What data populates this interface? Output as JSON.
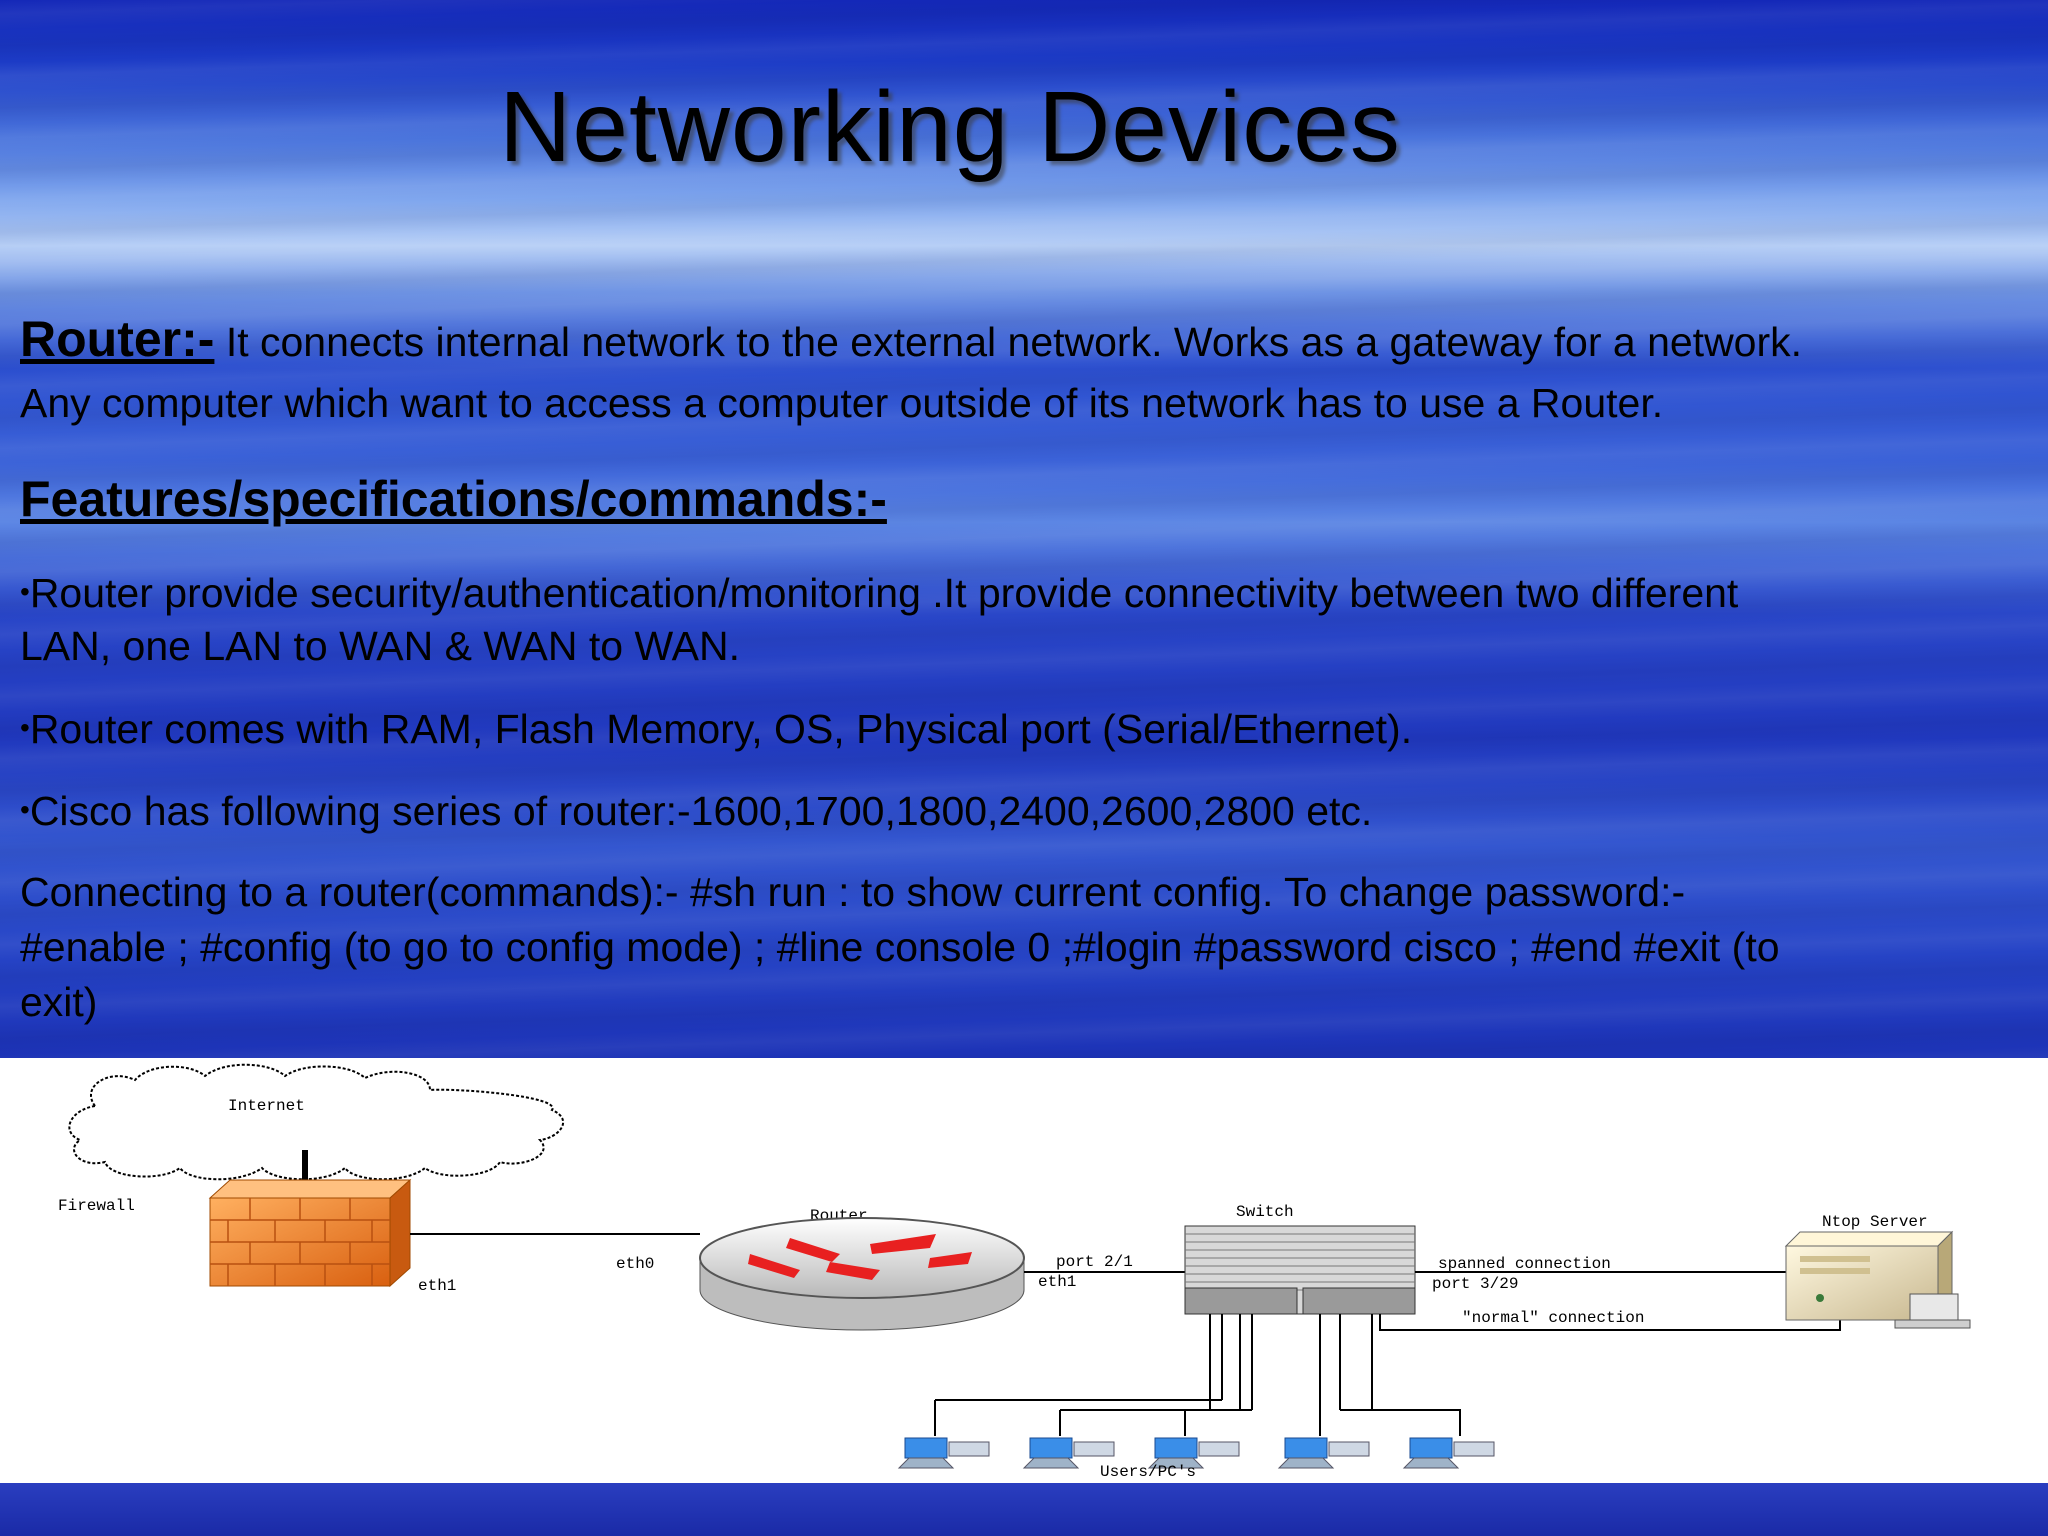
{
  "slide": {
    "title": "Networking Devices",
    "router_heading": "Router:-",
    "router_text_1": " It connects internal network to the external network. Works as a gateway for a network.",
    "router_text_2": "Any computer which want to access a computer outside of its network has to use a Router.",
    "features_heading": "Features/specifications/commands:-",
    "bullets": [
      "Router provide security/authentication/monitoring .It provide connectivity between two different",
      "LAN, one LAN to WAN & WAN to WAN.",
      "Router comes with RAM, Flash Memory, OS, Physical port (Serial/Ethernet).",
      "Cisco has following series of router:-1600,1700,1800,2400,2600,2800 etc."
    ],
    "bullet_glyph": "•",
    "commands_1": "Connecting to a router(commands):- #sh run :  to show current config. To change password:-",
    "commands_2": "#enable ; #config  (to go to config mode) ; #line console 0 ;#login #password cisco ; #end #exit (to",
    "commands_3": "exit)"
  },
  "diagram": {
    "internet": "Internet",
    "firewall": "Firewall",
    "fw_eth0": "eth0",
    "fw_eth1": "eth1",
    "router": "Router",
    "router_eth0": "eth0",
    "router_eth1": "eth1",
    "router_port": "port 2/1",
    "switch": "Switch",
    "spanned": "spanned connection",
    "port_329": "port 3/29",
    "normal": "\"normal\" connection",
    "ntop": "Ntop Server",
    "users": "Users/PC's"
  },
  "colors": {
    "firewall": "#f08a30",
    "router_arrows": "#e82020",
    "monitor": "#3a8ee8"
  }
}
